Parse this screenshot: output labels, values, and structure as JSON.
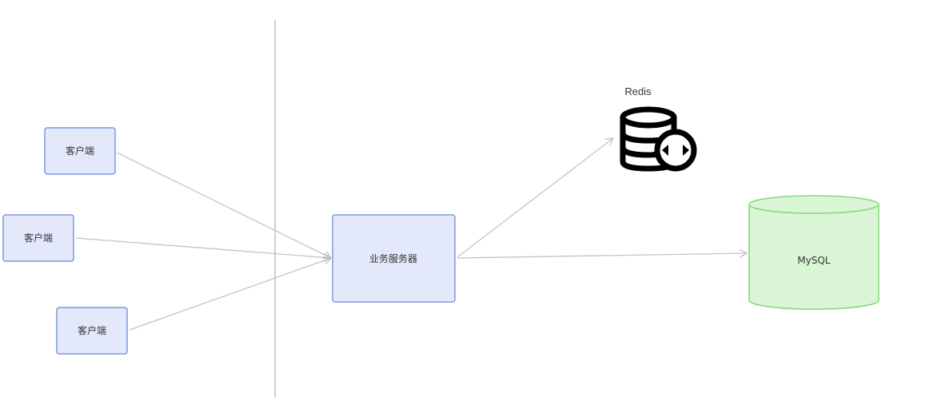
{
  "clients": [
    {
      "label": "客户端"
    },
    {
      "label": "客户端"
    },
    {
      "label": "客户端"
    }
  ],
  "server": {
    "label": "业务服务器"
  },
  "redis": {
    "label": "Redis"
  },
  "mysql": {
    "label": "MySQL"
  },
  "colors": {
    "box_fill": "#e3e9fb",
    "box_stroke": "#7a99de",
    "db_fill": "#daf5d6",
    "db_stroke": "#8bd880",
    "edge": "#c4c4c4",
    "divider": "#bfbfbf",
    "icon": "#000000"
  }
}
